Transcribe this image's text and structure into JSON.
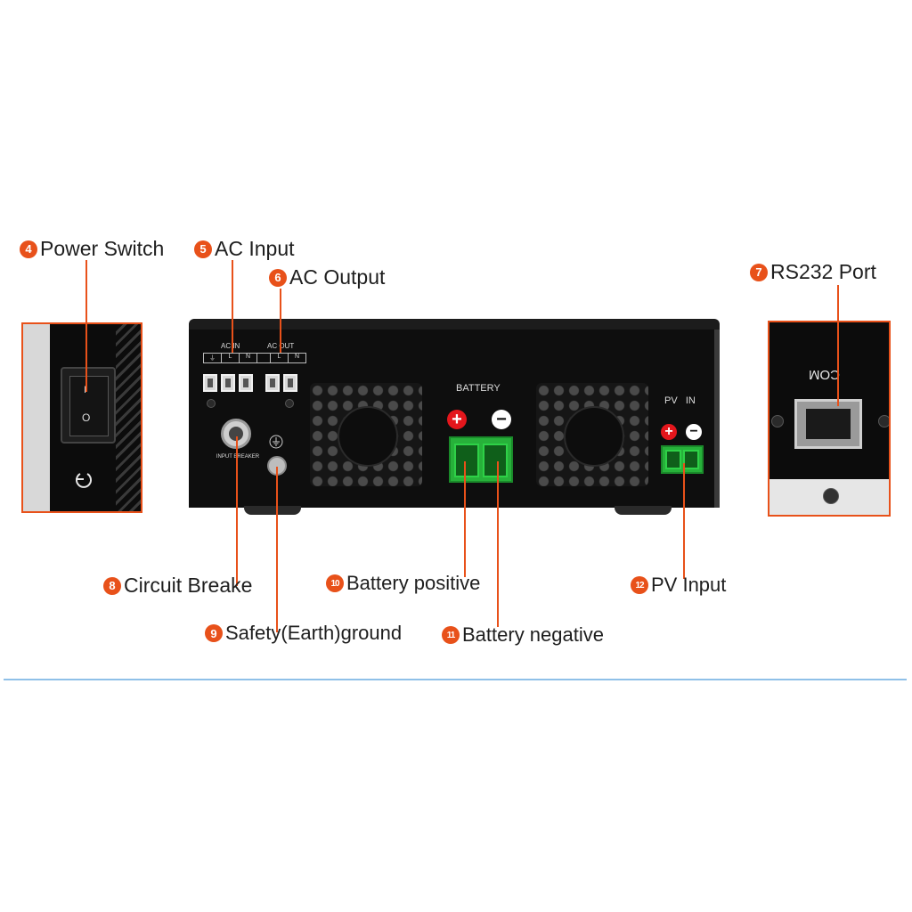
{
  "callouts": [
    {
      "num": "4",
      "label": "Power Switch"
    },
    {
      "num": "5",
      "label": "AC Input"
    },
    {
      "num": "6",
      "label": "AC Output"
    },
    {
      "num": "7",
      "label": "RS232 Port"
    },
    {
      "num": "8",
      "label": "Circuit Breake"
    },
    {
      "num": "9",
      "label": "Safety(Earth)ground"
    },
    {
      "num": "10",
      "label": "Battery positive"
    },
    {
      "num": "11",
      "label": "Battery negative"
    },
    {
      "num": "12",
      "label": "PV Input"
    }
  ],
  "panel": {
    "ac_in": "AC IN",
    "ac_out": "AC OUT",
    "ac_in_pins": [
      "⏚",
      "L",
      "N"
    ],
    "ac_out_pins": [
      "L",
      "N"
    ],
    "breaker": "INPUT BREAKER",
    "battery": "BATTERY",
    "pv_in": "PV   IN",
    "com": "COM",
    "switch_on": "I",
    "switch_off": "O",
    "plus": "+",
    "minus": "−"
  },
  "colors": {
    "accent": "#e8511a",
    "terminal_green": "#27b13a",
    "positive_red": "#e4161c",
    "divider_blue": "#8fc0e8"
  },
  "icons": [
    "power-icon",
    "ground-icon"
  ]
}
